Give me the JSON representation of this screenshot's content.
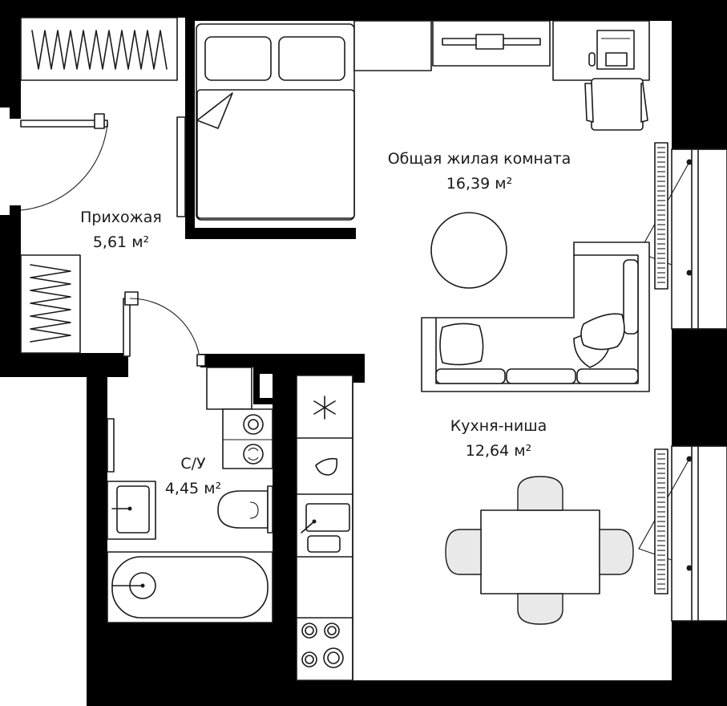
{
  "plan": {
    "colors": {
      "wall": "#000000",
      "line": "#1a1a1a",
      "fill": "#ffffff",
      "soft": "#e9e9e9"
    },
    "rooms": [
      {
        "id": "living-room",
        "name": "Общая жилая комната",
        "area": "16,39 м²"
      },
      {
        "id": "hallway",
        "name": "Прихожая",
        "area": "5,61 м²"
      },
      {
        "id": "bathroom",
        "name": "С/У",
        "area": "4,45 м²"
      },
      {
        "id": "kitchen-niche",
        "name": "Кухня-ниша",
        "area": "12,64 м²"
      }
    ]
  }
}
